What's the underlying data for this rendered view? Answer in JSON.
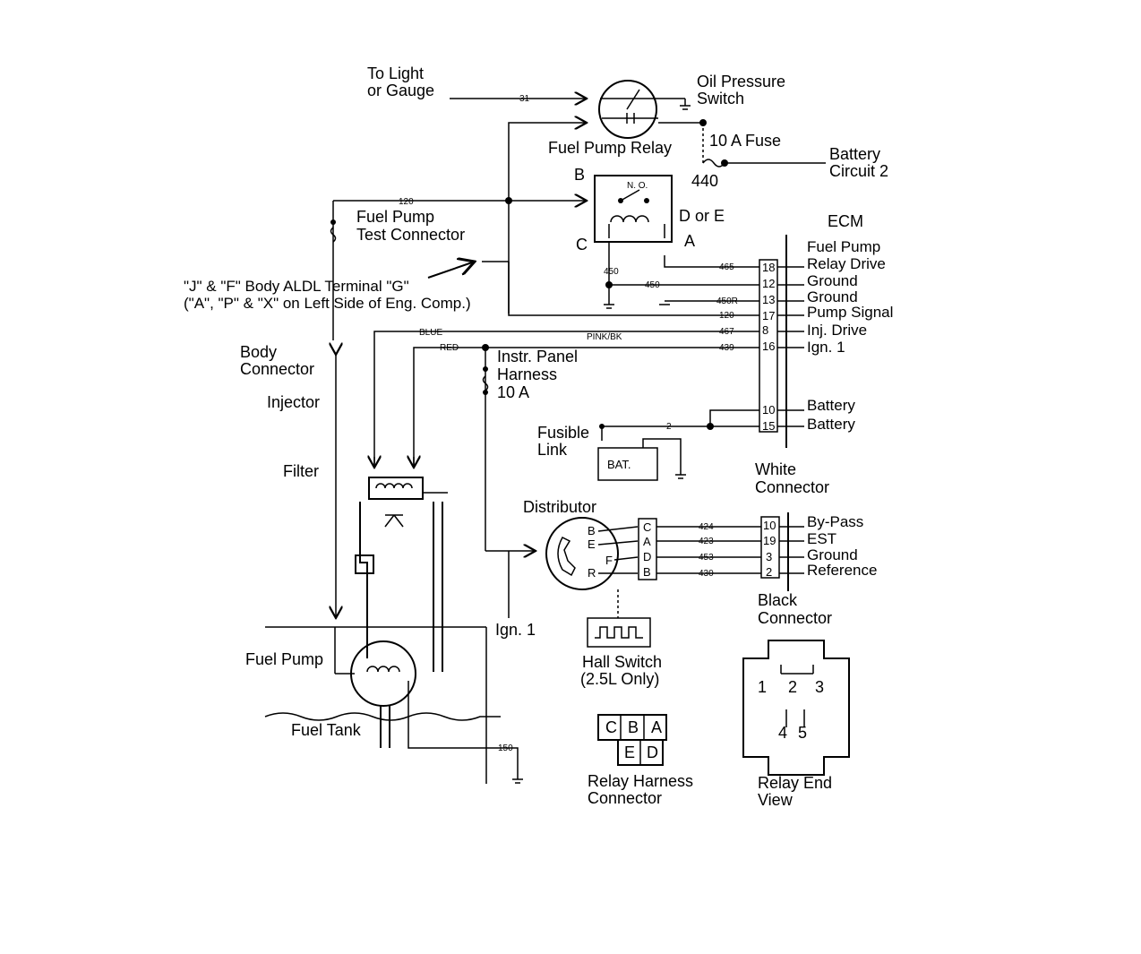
{
  "labels": {
    "to_light": "To Light",
    "or_gauge": "or Gauge",
    "oil_pressure": "Oil Pressure",
    "switch": "Switch",
    "fuel_pump_relay": "Fuel Pump Relay",
    "fuse_10a": "10 A Fuse",
    "battery": "Battery",
    "circuit2": "Circuit 2",
    "b": "B",
    "c": "C",
    "a": "A",
    "no": "N. O.",
    "w440": "440",
    "d_or_e": "D or E",
    "ecm": "ECM",
    "fp_test1": "Fuel Pump",
    "fp_test2": "Test Connector",
    "aldl1": "\"J\" & \"F\" Body ALDL Terminal \"G\"",
    "aldl2": "(\"A\", \"P\" & \"X\" on Left Side of Eng. Comp.)",
    "body": "Body",
    "connector": "Connector",
    "injector": "Injector",
    "filter": "Filter",
    "fuel_pump": "Fuel Pump",
    "fuel_tank": "Fuel Tank",
    "instr1": "Instr. Panel",
    "instr2": "Harness",
    "instr3": "10 A",
    "fusible1": "Fusible",
    "fusible2": "Link",
    "bat": "BAT.",
    "white1": "White",
    "white2": "Connector",
    "distributor": "Distributor",
    "ign1": "Ign. 1",
    "hall1": "Hall Switch",
    "hall2": "(2.5L Only)",
    "black1": "Black",
    "black2": "Connector",
    "relay_harness1": "Relay Harness",
    "relay_harness2": "Connector",
    "relay_end1": "Relay End",
    "relay_end2": "View"
  },
  "wires": {
    "w31": "31",
    "w120a": "120",
    "w450": "450",
    "w465": "465",
    "w450b": "450",
    "w450r": "450R",
    "w120b": "120",
    "w467": "467",
    "w439": "439",
    "w2": "2",
    "w424": "424",
    "w423": "423",
    "w453": "453",
    "w430": "430",
    "w150": "150",
    "blue": "BLUE",
    "red": "RED",
    "pink": "PINK/BK"
  },
  "ecm_pins": [
    {
      "pin": "18",
      "label": "Fuel Pump"
    },
    {
      "pin": "12",
      "label": "Relay Drive"
    },
    {
      "pin": "13",
      "label": "Ground"
    },
    {
      "pin": "17",
      "label": "Ground"
    },
    {
      "pin": "8",
      "label": "Pump Signal"
    },
    {
      "pin": "16",
      "label": "Inj. Drive"
    },
    {
      "pin": "10",
      "label": "Ign. 1"
    },
    {
      "pin": "15",
      "label": "Battery"
    }
  ],
  "ecm_extra_label": "Battery",
  "dist_pins": [
    "C",
    "A",
    "D",
    "B"
  ],
  "dist_terms": [
    "B",
    "E",
    "F",
    "R"
  ],
  "white_conn": [
    {
      "pin": "10",
      "label": "By-Pass"
    },
    {
      "pin": "19",
      "label": "EST"
    },
    {
      "pin": "3",
      "label": "Ground"
    },
    {
      "pin": "2",
      "label": "Reference"
    }
  ],
  "relay_harness": {
    "top": [
      "C",
      "B",
      "A"
    ],
    "bottom": [
      "E",
      "D"
    ]
  },
  "relay_end": [
    "1",
    "2",
    "3",
    "4",
    "5"
  ]
}
